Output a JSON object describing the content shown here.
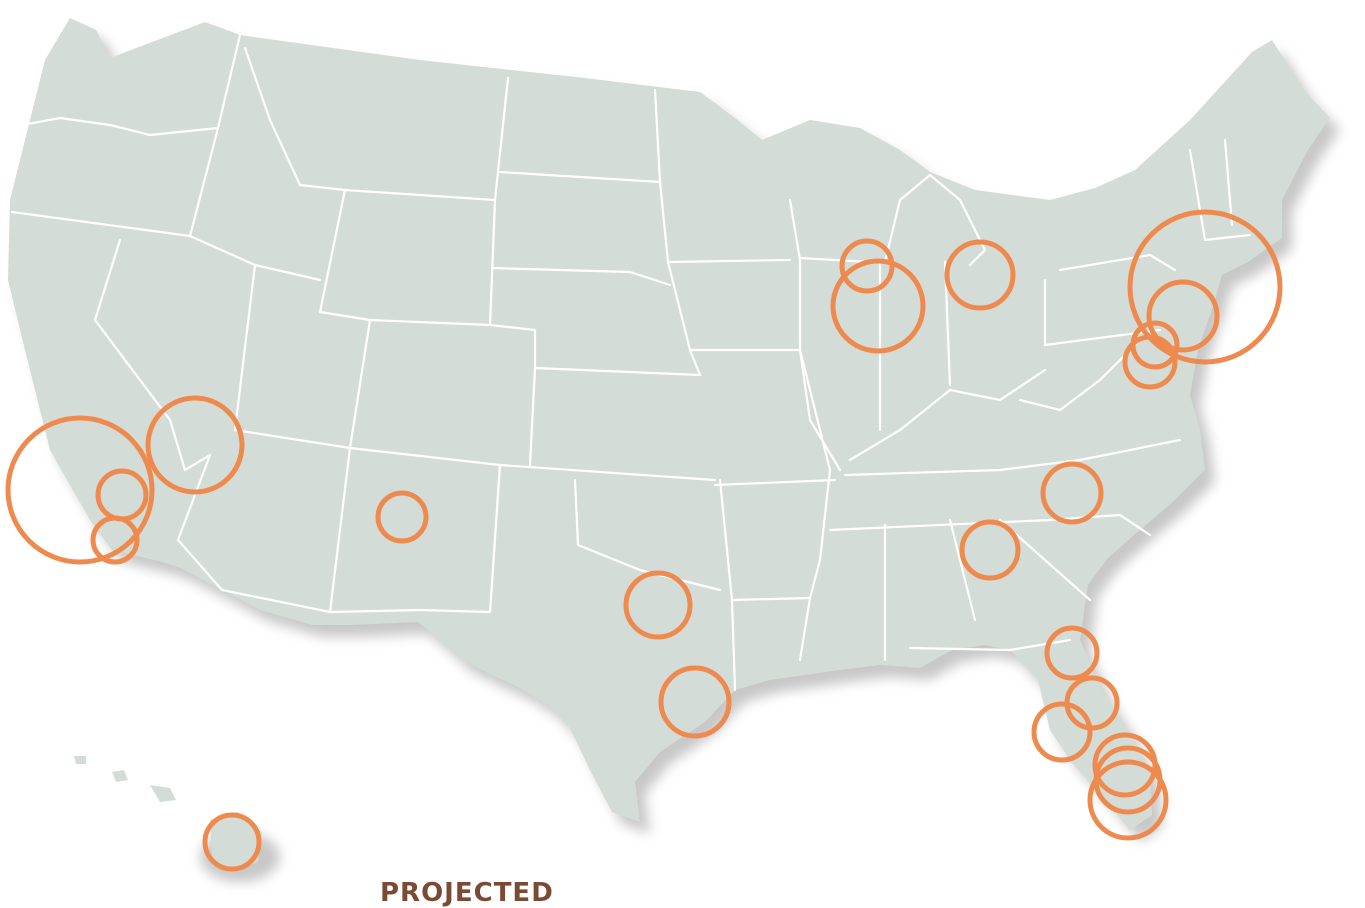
{
  "legend": {
    "title": "PROJECTED"
  },
  "colors": {
    "land": "#d3dcd6",
    "border": "#ffffff",
    "shadow": "#9a9a9a",
    "marker": "#ee8a4e",
    "title": "#7b4a35"
  },
  "markers": [
    {
      "name": "los-angeles-metro",
      "size": "large"
    },
    {
      "name": "las-vegas",
      "size": "medium"
    },
    {
      "name": "riverside",
      "size": "small"
    },
    {
      "name": "san-diego",
      "size": "small"
    },
    {
      "name": "albuquerque",
      "size": "small"
    },
    {
      "name": "dallas",
      "size": "small"
    },
    {
      "name": "houston",
      "size": "small"
    },
    {
      "name": "milwaukee",
      "size": "small"
    },
    {
      "name": "chicago",
      "size": "medium"
    },
    {
      "name": "detroit",
      "size": "small"
    },
    {
      "name": "new-york-metro",
      "size": "large"
    },
    {
      "name": "new-jersey",
      "size": "small"
    },
    {
      "name": "philadelphia",
      "size": "small"
    },
    {
      "name": "baltimore",
      "size": "small"
    },
    {
      "name": "charlotte",
      "size": "small"
    },
    {
      "name": "atlanta",
      "size": "small"
    },
    {
      "name": "jacksonville",
      "size": "small"
    },
    {
      "name": "orlando",
      "size": "small"
    },
    {
      "name": "tampa",
      "size": "small"
    },
    {
      "name": "west-palm-beach",
      "size": "small"
    },
    {
      "name": "fort-lauderdale",
      "size": "small"
    },
    {
      "name": "miami",
      "size": "small"
    },
    {
      "name": "honolulu",
      "size": "small"
    }
  ]
}
